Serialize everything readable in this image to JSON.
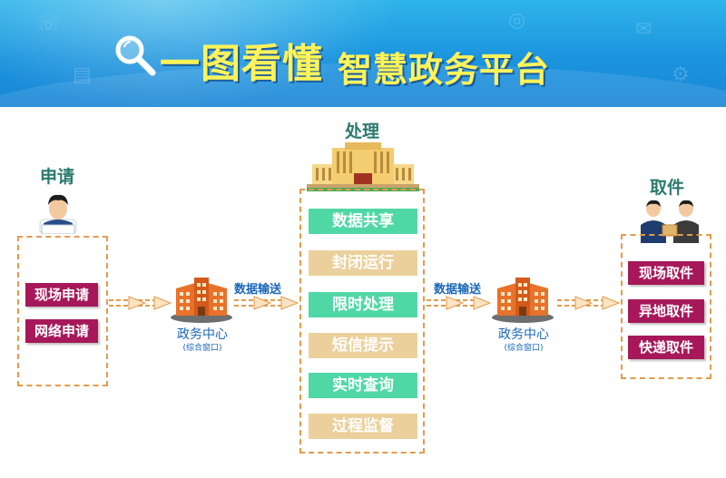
{
  "banner": {
    "title_part1": "一图看懂",
    "title_part2": "智慧政务平台",
    "icon": "magnifier-icon"
  },
  "apply": {
    "title": "申请",
    "items": [
      "现场申请",
      "网络申请"
    ]
  },
  "process": {
    "title": "处理",
    "items": [
      "数据共享",
      "封闭运行",
      "限时处理",
      "短信提示",
      "实时查询",
      "过程监督"
    ]
  },
  "pickup": {
    "title": "取件",
    "items": [
      "现场取件",
      "异地取件",
      "快递取件"
    ]
  },
  "transfer_left": "数据输送",
  "transfer_right": "数据输送",
  "center_left": {
    "name": "政务中心",
    "sub": "(综合窗口)"
  },
  "center_right": {
    "name": "政务中心",
    "sub": "(综合窗口)"
  },
  "colors": {
    "banner": "#1b94de",
    "title_yellow": "#fff35a",
    "teal_heading": "#2b7a6d",
    "red_button": "#a7185a",
    "green_button": "#4fd8a6",
    "tan_button": "#ecd09c",
    "dashed_border": "#e39b4b",
    "blue_text": "#1b67b8"
  }
}
